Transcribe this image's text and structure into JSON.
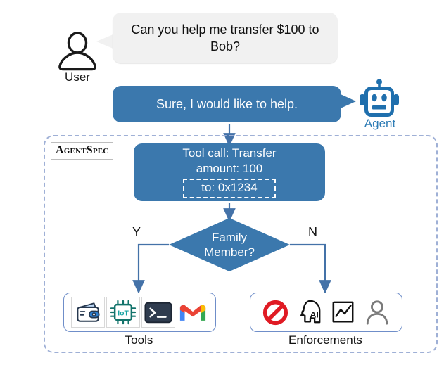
{
  "actors": {
    "user": {
      "label": "User",
      "icon": "user-silhouette-icon"
    },
    "agent": {
      "label": "Agent",
      "icon": "robot-icon",
      "color": "#2e7cb5"
    }
  },
  "conversation": [
    {
      "speaker": "user",
      "text": "Can you help me transfer $100 to Bob?",
      "bubble_color": "#f1f1f1",
      "text_color": "#111111"
    },
    {
      "speaker": "agent",
      "text": "Sure, I would like to help.",
      "bubble_color": "#3b78ad",
      "text_color": "#ffffff"
    }
  ],
  "framework": {
    "logo": "AgentSpec",
    "border_color": "#9fb0d6"
  },
  "tool_call": {
    "line1": "Tool call: Transfer",
    "line2": "amount: 100",
    "highlighted": "to: 0x1234",
    "box_color": "#3b78ad"
  },
  "decision": {
    "line1": "Family",
    "line2": "Member?",
    "fill": "#3b78ad",
    "branch_yes": "Y",
    "branch_no": "N"
  },
  "outcomes": {
    "tools": {
      "label": "Tools",
      "icons": [
        {
          "name": "wallet-icon"
        },
        {
          "name": "iot-chip-icon"
        },
        {
          "name": "terminal-icon"
        },
        {
          "name": "gmail-icon"
        }
      ]
    },
    "enforcements": {
      "label": "Enforcements",
      "icons": [
        {
          "name": "prohibition-icon"
        },
        {
          "name": "ai-head-icon"
        },
        {
          "name": "chart-box-icon"
        },
        {
          "name": "person-icon"
        }
      ]
    }
  },
  "palette": {
    "primary_blue": "#3b78ad",
    "arrow_blue": "#4472a8",
    "dashed_border": "#9fb0d6",
    "box_border": "#6f8ec9",
    "bubble_gray": "#f1f1f1",
    "red": "#e01b24"
  }
}
